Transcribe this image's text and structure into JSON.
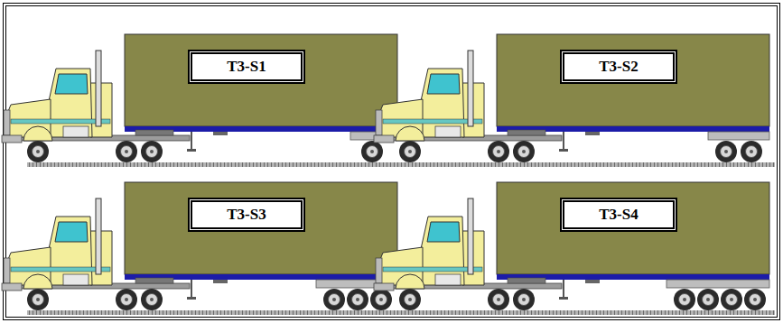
{
  "diagram": {
    "nodes": [
      {
        "text": [
          "T3-S1"
        ]
      },
      {
        "text": [
          "T3-S2"
        ]
      },
      {
        "text": [
          "T3-S3"
        ]
      },
      {
        "text": [
          "T3-S4"
        ]
      }
    ]
  }
}
